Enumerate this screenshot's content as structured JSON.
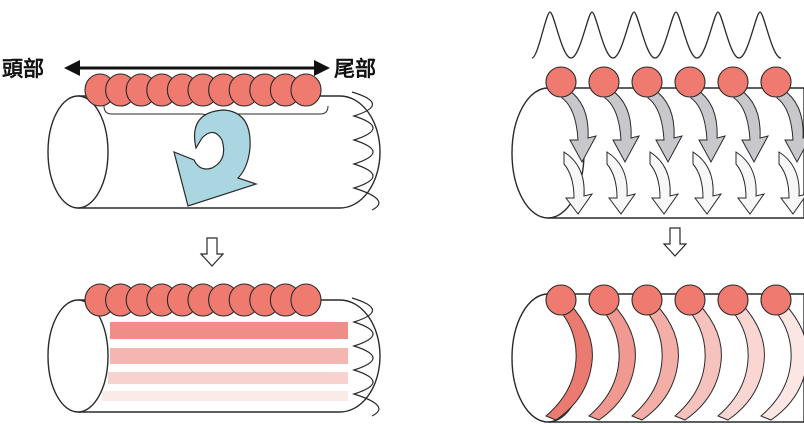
{
  "labels": {
    "head": "頭部",
    "tail": "尾部"
  },
  "colors": {
    "bead": "#ef7b70",
    "bead_stroke": "#2a2a2a",
    "arrow_blue": "#aad6e2",
    "gray_fold": "#c8c8cc",
    "white_fold": "#f7f7f7",
    "stripe_1": "#ef8e88",
    "stripe_2": "#f4b6b1",
    "stripe_3": "#f7d2cf",
    "stripe_4": "#faeae8",
    "ring_shades": [
      "#eb7a70",
      "#ef9990",
      "#f3aea7",
      "#f6c2bd",
      "#f9d6d2",
      "#fbe6e4"
    ]
  },
  "panels": [
    {
      "id": "top-left",
      "description_icon": "cylinder-with-bead-row-and-rotation-arrow"
    },
    {
      "id": "bottom-left",
      "description_icon": "cylinder-with-horizontal-stripes"
    },
    {
      "id": "top-right",
      "description_icon": "cylinder-with-wave-and-helical-folds"
    },
    {
      "id": "bottom-right",
      "description_icon": "cylinder-with-colored-rings"
    }
  ],
  "icons": {
    "down_arrow": "hollow-down-arrow-icon",
    "wave": "zigzag-wave-icon"
  }
}
